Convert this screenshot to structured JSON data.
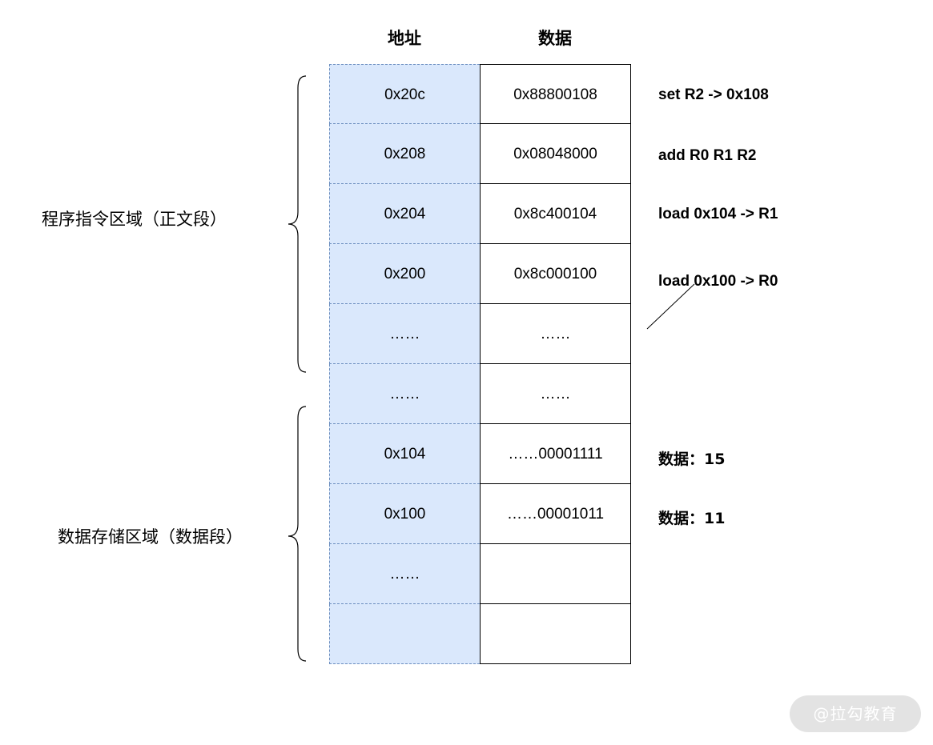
{
  "headers": {
    "address": "地址",
    "data": "数据"
  },
  "rows": [
    {
      "addr": "0x20c",
      "data": "0x88800108",
      "note": "set R2 -> 0x108"
    },
    {
      "addr": "0x208",
      "data": "0x08048000",
      "note": "add R0 R1 R2"
    },
    {
      "addr": "0x204",
      "data": "0x8c400104",
      "note": "load 0x104 -> R1"
    },
    {
      "addr": "0x200",
      "data": "0x8c000100",
      "note": "load 0x100 -> R0"
    },
    {
      "addr": "……",
      "data": "……",
      "note": ""
    },
    {
      "addr": "……",
      "data": "……",
      "note": ""
    },
    {
      "addr": "0x104",
      "data": "……00001111",
      "note": "数据：15"
    },
    {
      "addr": "0x100",
      "data": "……00001011",
      "note": "数据：11"
    },
    {
      "addr": "……",
      "data": "",
      "note": ""
    },
    {
      "addr": "",
      "data": "",
      "note": ""
    }
  ],
  "regions": {
    "text_segment": "程序指令区域（正文段）",
    "data_segment": "数据存储区域（数据段）"
  },
  "colors": {
    "address_fill": "#dae8fc",
    "address_border": "#6c8ebf",
    "data_border": "#000000"
  },
  "watermark": "@拉勾教育"
}
